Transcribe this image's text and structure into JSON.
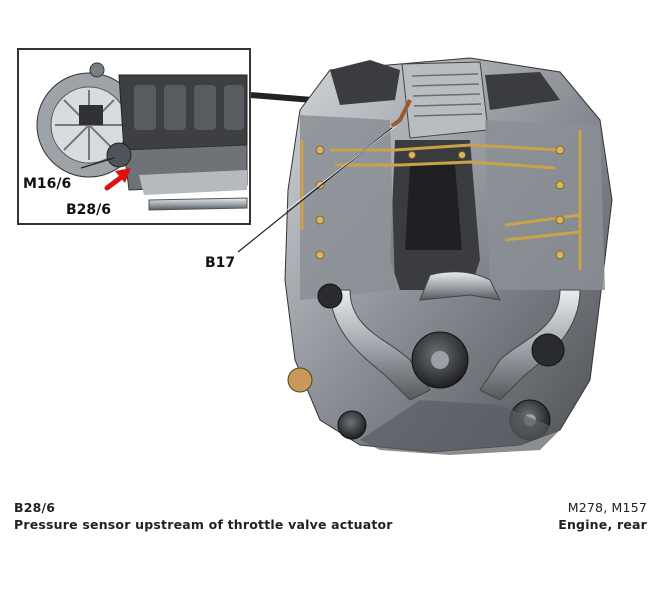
{
  "labels": {
    "inset_motor": "M16/6",
    "inset_sensor": "B28/6",
    "main_sensor": "B17"
  },
  "caption": {
    "code": "B28/6",
    "description": "Pressure sensor upstream of throttle valve actuator",
    "models": "M278, M157",
    "view": "Engine, rear"
  },
  "colors": {
    "arrow": "#e01010",
    "engine_dark": "#3a3c40",
    "engine_mid": "#7d8186",
    "engine_light": "#c9cdd2",
    "pipe_gold": "#c9a24a"
  }
}
